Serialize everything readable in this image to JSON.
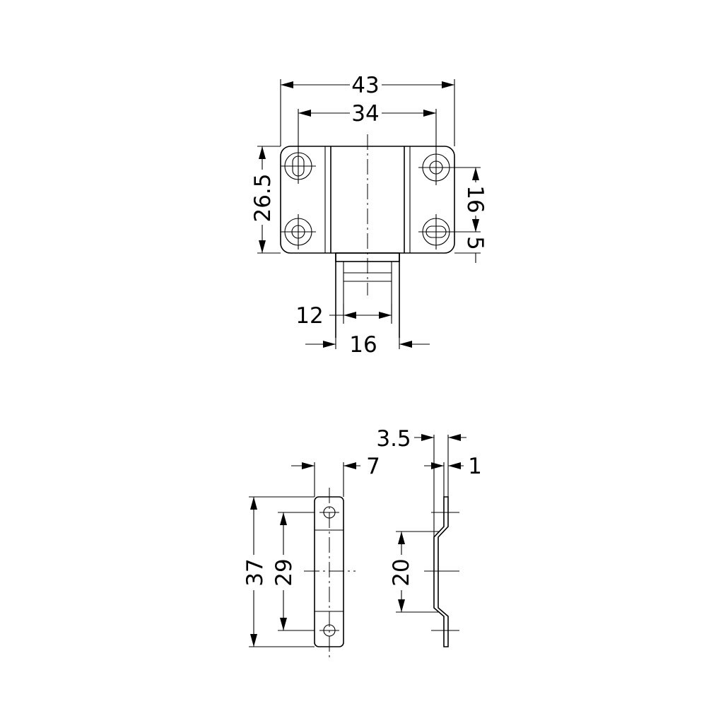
{
  "front_view": {
    "dims": {
      "overall_width": "43",
      "hole_spacing": "34",
      "height": "26.5",
      "vertical_hole_spacing": "16",
      "edge_offset": "5",
      "inner_width": "12",
      "outer_width": "16"
    }
  },
  "strike_view": {
    "dims": {
      "width": "7",
      "overall_length": "37",
      "hole_spacing": "29"
    }
  },
  "side_view": {
    "dims": {
      "depth": "3.5",
      "thickness": "1",
      "offset_length": "20"
    }
  }
}
